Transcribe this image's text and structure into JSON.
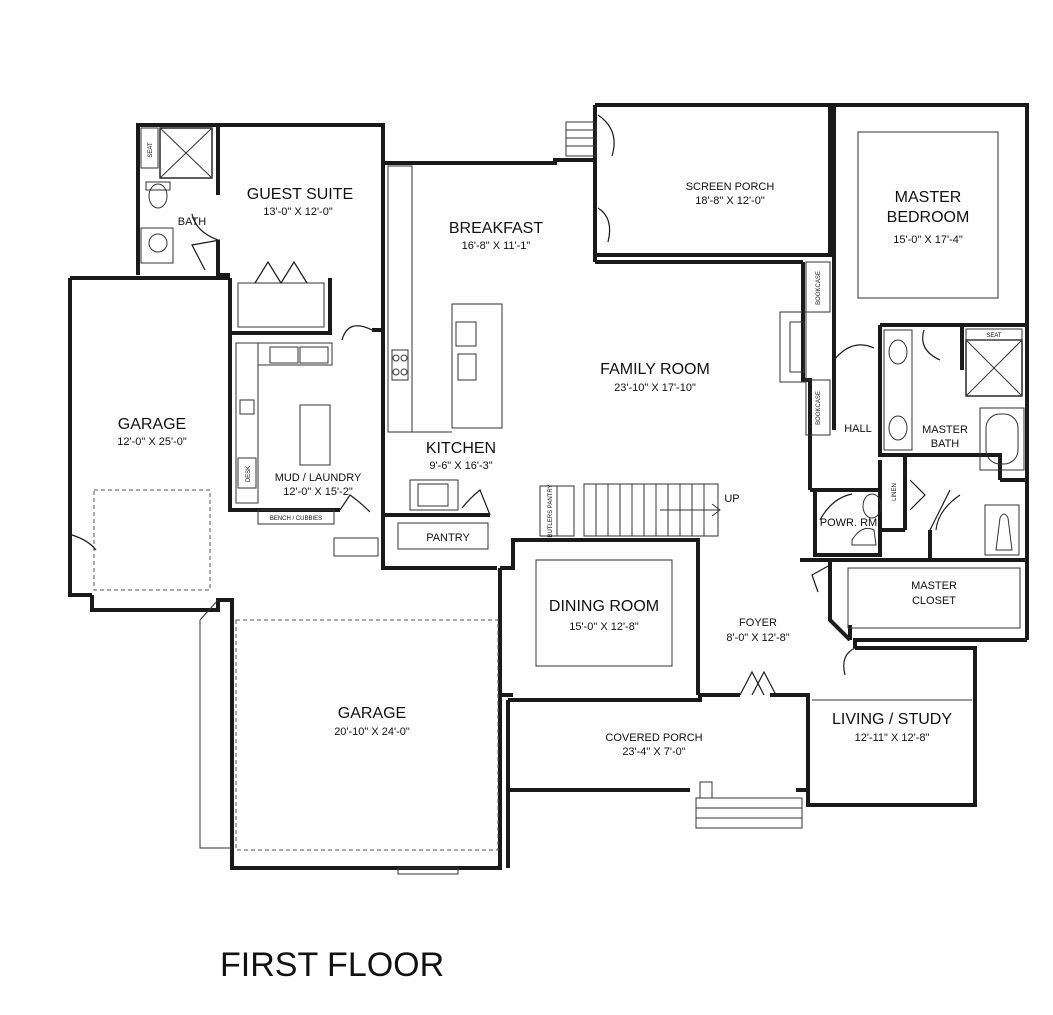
{
  "floor_title": "FIRST FLOOR",
  "rooms": {
    "guest_suite": {
      "name": "GUEST SUITE",
      "dim": "13'-0\" X 12'-0\""
    },
    "bath": {
      "name": "BATH"
    },
    "breakfast": {
      "name": "BREAKFAST",
      "dim": "16'-8\" X 11'-1\""
    },
    "screen_porch": {
      "name": "SCREEN PORCH",
      "dim": "18'-8\" X 12'-0\""
    },
    "master_bedroom": {
      "name_line1": "MASTER",
      "name_line2": "BEDROOM",
      "dim": "15'-0\" X 17'-4\""
    },
    "garage_left": {
      "name": "GARAGE",
      "dim": "12'-0\" X 25'-0\""
    },
    "family_room": {
      "name": "FAMILY ROOM",
      "dim": "23'-10\" X 17'-10\""
    },
    "kitchen": {
      "name": "KITCHEN",
      "dim": "9'-6\" X 16'-3\""
    },
    "mud_laundry": {
      "name": "MUD / LAUNDRY",
      "dim": "12'-0\" X 15'-2\""
    },
    "hall": {
      "name": "HALL"
    },
    "master_bath": {
      "name_line1": "MASTER",
      "name_line2": "BATH"
    },
    "powder_room": {
      "name": "POWR. RM."
    },
    "pantry": {
      "name": "PANTRY"
    },
    "dining_room": {
      "name": "DINING ROOM",
      "dim": "15'-0\" X 12'-8\""
    },
    "foyer": {
      "name": "FOYER",
      "dim": "8'-0\" X 12'-8\""
    },
    "master_closet": {
      "name_line1": "MASTER",
      "name_line2": "CLOSET"
    },
    "garage_main": {
      "name": "GARAGE",
      "dim": "20'-10\" X 24'-0\""
    },
    "covered_porch": {
      "name": "COVERED PORCH",
      "dim": "23'-4\" X 7'-0\""
    },
    "living_study": {
      "name": "LIVING / STUDY",
      "dim": "12'-11\" X 12'-8\""
    }
  },
  "fixture_labels": {
    "seat_guest": "SEAT",
    "seat_master": "SEAT",
    "bookcase_upper": "BOOKCASE",
    "bookcase_lower": "BOOKCASE",
    "desk": "DESK",
    "bench": "BENCH / CUBBIES",
    "butlers_pantry": "BUTLERS PANTRY",
    "linen": "LINEN",
    "up": "UP"
  }
}
